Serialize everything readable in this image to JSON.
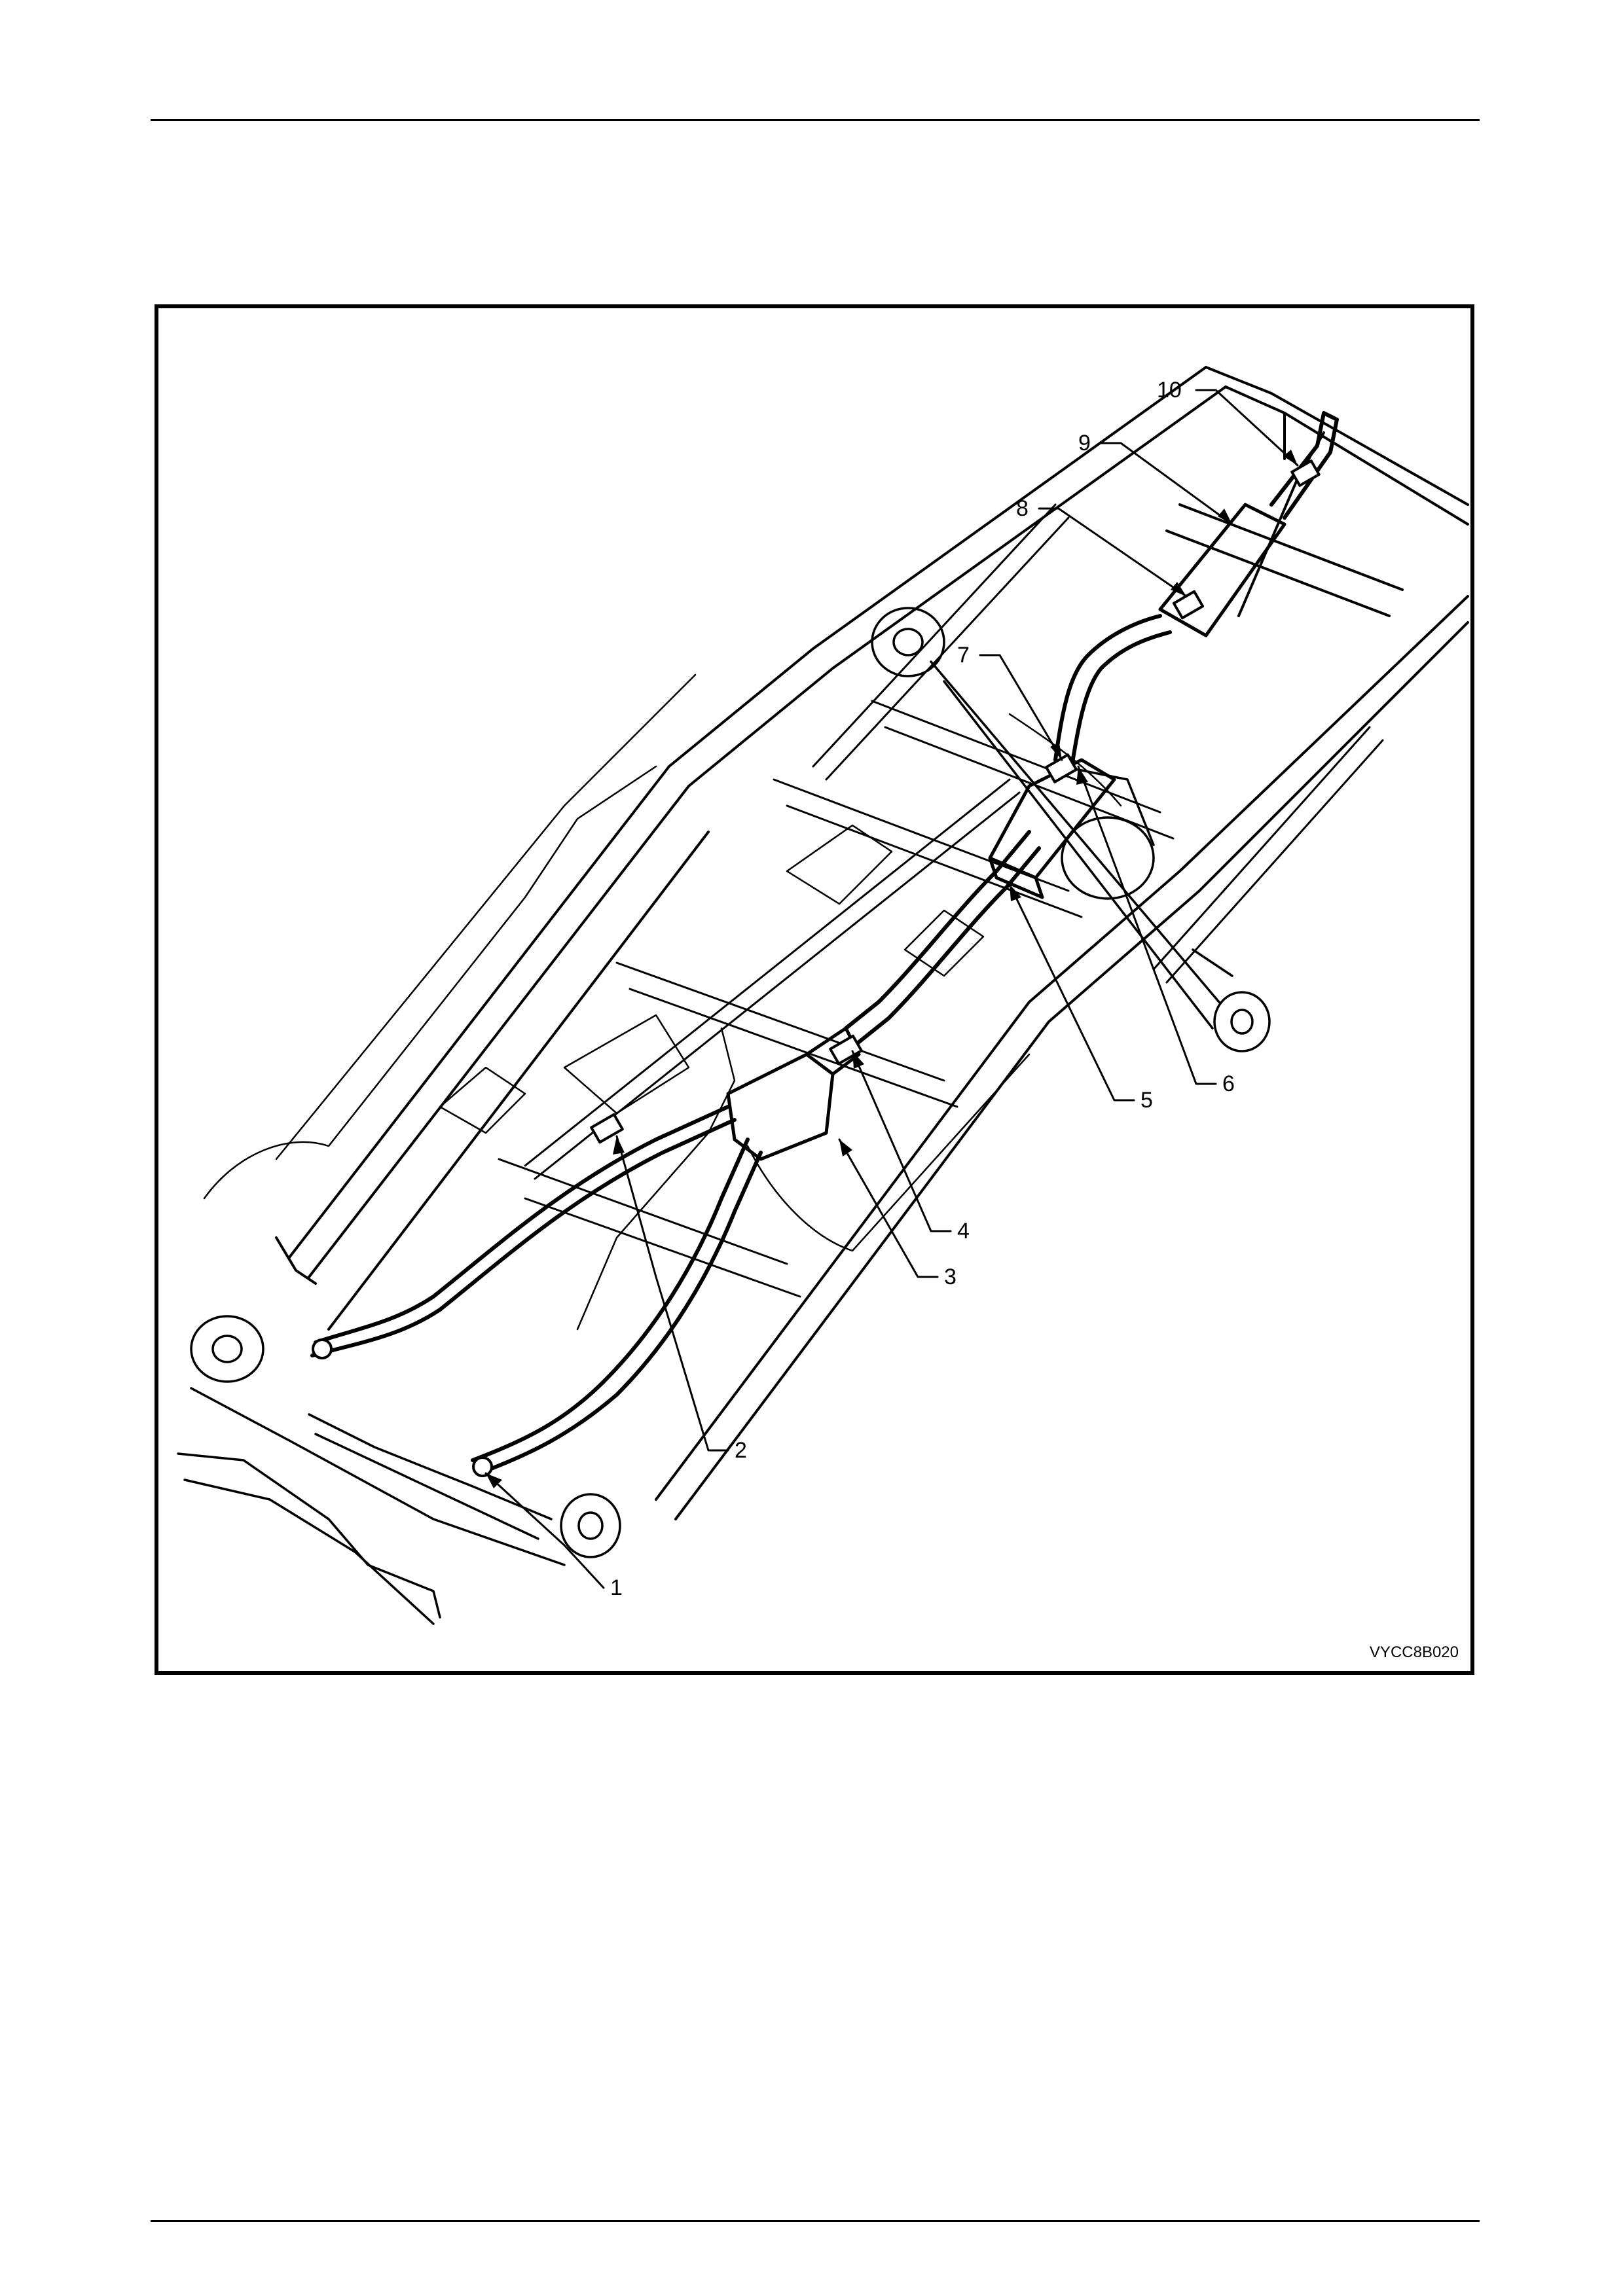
{
  "figure": {
    "code": "VYCC8B020",
    "callouts": [
      {
        "id": "1",
        "label": "1"
      },
      {
        "id": "2",
        "label": "2"
      },
      {
        "id": "3",
        "label": "3"
      },
      {
        "id": "4",
        "label": "4"
      },
      {
        "id": "5",
        "label": "5"
      },
      {
        "id": "6",
        "label": "6"
      },
      {
        "id": "7",
        "label": "7"
      },
      {
        "id": "8",
        "label": "8"
      },
      {
        "id": "9",
        "label": "9"
      },
      {
        "id": "10",
        "label": "10"
      }
    ]
  }
}
